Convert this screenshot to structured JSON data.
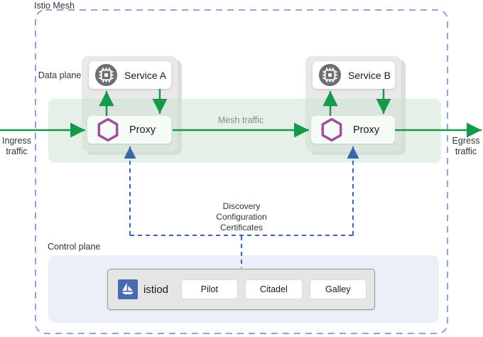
{
  "diagram_title": "Istio Mesh",
  "planes": {
    "data_plane_label": "Data plane",
    "control_plane_label": "Control plane"
  },
  "traffic": {
    "ingress_label": "Ingress traffic",
    "egress_label": "Egress traffic",
    "mesh_label": "Mesh traffic"
  },
  "services": [
    {
      "name": "Service A",
      "icon": "microchip-icon"
    },
    {
      "name": "Service B",
      "icon": "microchip-icon"
    }
  ],
  "proxies": [
    {
      "name": "Proxy",
      "icon": "hexagon-icon"
    },
    {
      "name": "Proxy",
      "icon": "hexagon-icon"
    }
  ],
  "control_connections_label": "Discovery\nConfiguration\nCertificates",
  "istiod": {
    "name": "istiod",
    "icon": "istio-sailboat-icon",
    "components": [
      {
        "name": "Pilot"
      },
      {
        "name": "Citadel"
      },
      {
        "name": "Galley"
      }
    ]
  },
  "colors": {
    "green_arrow": "#149a4a",
    "green_band": "#e5f1e9",
    "purple_hexagon": "#9c50a0",
    "blue_connector": "#3d64ad",
    "mesh_border_blue": "#8fa5d3",
    "istio_blue": "#466bb0",
    "service_icon_gray": "#6d6e71",
    "container_gray": "#e9e9e9",
    "control_panel_blue": "#ebeff8"
  }
}
